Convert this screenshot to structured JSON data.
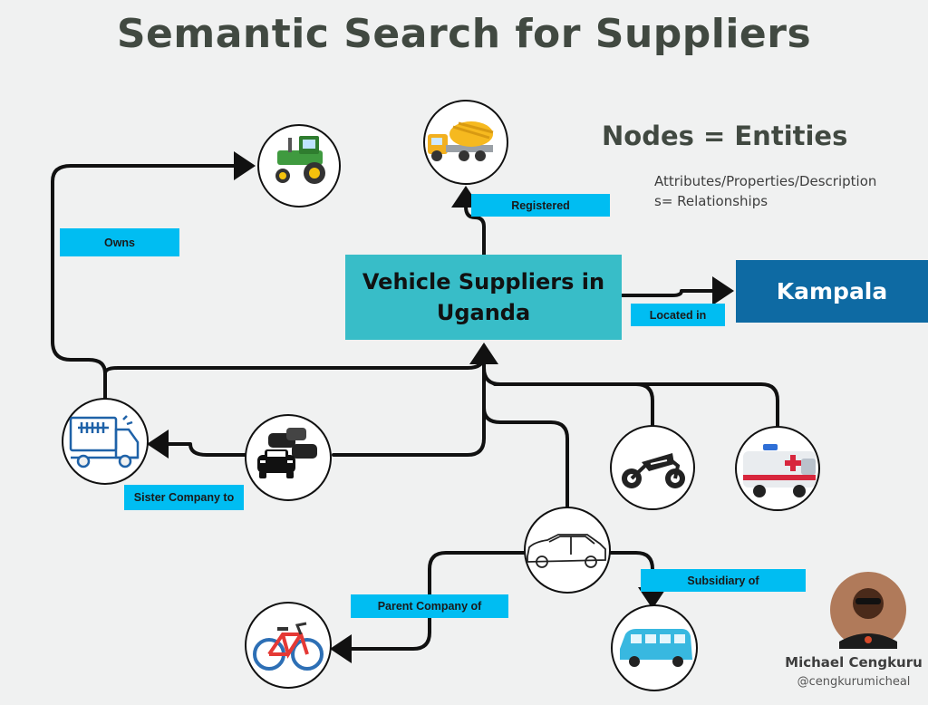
{
  "title": "Semantic Search for Suppliers",
  "legend": {
    "heading": "Nodes = Entities",
    "note": "Attributes/Properties/Descriptions= Relationships"
  },
  "nodes": {
    "main": "Vehicle Suppliers in Uganda",
    "city": "Kampala"
  },
  "relations": {
    "registered": "Registered",
    "owns": "Owns",
    "located_in": "Located in",
    "sister_company": "Sister Company to",
    "parent_company": "Parent Company of",
    "subsidiary": "Subsidiary of"
  },
  "entity_icons": [
    "tractor-icon",
    "cement-mixer-icon",
    "delivery-truck-icon",
    "traffic-cars-icon",
    "motorcycle-icon",
    "ambulance-icon",
    "sedan-car-icon",
    "bicycle-icon",
    "minibus-icon"
  ],
  "author": {
    "name": "Michael Cengkuru",
    "handle": "@cengkurumicheal"
  },
  "colors": {
    "tag": "#00bdf2",
    "main_node": "#38bdc8",
    "city_node": "#0e6aa3",
    "title": "#414941"
  }
}
